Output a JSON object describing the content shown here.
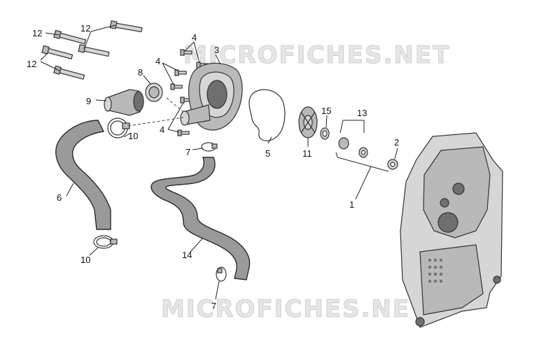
{
  "watermark": {
    "top": "MICROFICHES.NET",
    "bottom": "MICROFICHES.NET"
  },
  "callouts": {
    "c1": "1",
    "c2": "2",
    "c3": "3",
    "c4a": "4",
    "c4b": "4",
    "c4c": "4",
    "c5": "5",
    "c6": "6",
    "c7a": "7",
    "c7b": "7",
    "c8": "8",
    "c9": "9",
    "c10a": "10",
    "c10b": "10",
    "c11": "11",
    "c12a": "12",
    "c12b": "12",
    "c12c": "12",
    "c13": "13",
    "c14": "14",
    "c15": "15"
  }
}
